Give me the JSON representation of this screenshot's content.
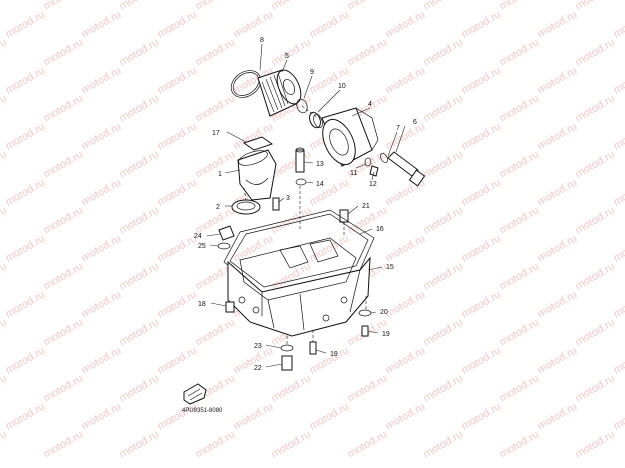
{
  "watermark": "motod.ru",
  "drawing_code": "4PU9351-8080",
  "callouts": [
    "1",
    "2",
    "3",
    "4",
    "5",
    "6",
    "7",
    "8",
    "9",
    "10",
    "11",
    "12",
    "13",
    "14",
    "15",
    "16",
    "17",
    "18",
    "19",
    "19",
    "20",
    "21",
    "22",
    "23",
    "24",
    "25"
  ],
  "colors": {
    "watermark": "#f1c9c9",
    "ink": "#111111",
    "background": "#ffffff"
  }
}
